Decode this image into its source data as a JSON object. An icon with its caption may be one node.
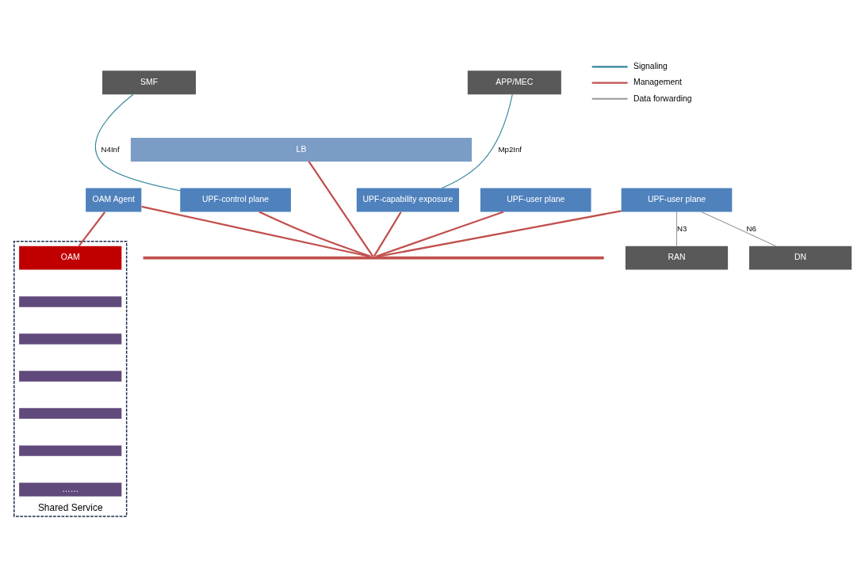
{
  "diagram": {
    "nodes": [
      {
        "text": [
          "SMF"
        ]
      },
      {
        "text": [
          "APP/MEC"
        ]
      },
      {
        "text": [
          "LB"
        ]
      },
      {
        "text": [
          "UPF-control plane"
        ]
      },
      {
        "text": [
          "UPF-capability exposure"
        ]
      },
      {
        "text": [
          "OAM Agent"
        ]
      },
      {
        "text": [],
        "shape": "bar"
      },
      {
        "text": [
          "UPF-user plane"
        ]
      },
      {
        "text": [
          "UPF-user plane"
        ]
      },
      {
        "text": [
          "Shared Service"
        ]
      },
      {
        "text": [
          "OAM"
        ],
        "in": 9
      },
      {
        "text": [],
        "shape": "bar",
        "in": 9
      },
      {
        "text": [],
        "shape": "bar",
        "in": 9
      },
      {
        "text": [],
        "shape": "bar",
        "in": 9
      },
      {
        "text": [],
        "shape": "bar",
        "in": 9
      },
      {
        "text": [],
        "shape": "bar",
        "in": 9
      },
      {
        "text": [
          "……"
        ],
        "in": 9
      },
      {
        "text": [
          "RAN"
        ]
      },
      {
        "text": [
          "DN"
        ]
      }
    ],
    "edges": [
      {
        "from": 0,
        "to": 3,
        "arrow": "none",
        "label": "N4Inf",
        "color": "#31849b"
      },
      {
        "from": 1,
        "to": 4,
        "arrow": "none",
        "label": "Mp2Inf",
        "color": "#31849b"
      },
      {
        "from": 2,
        "to": 6,
        "arrow": "none"
      },
      {
        "from": 3,
        "to": 6,
        "arrow": "none"
      },
      {
        "from": 4,
        "to": 6,
        "arrow": "none"
      },
      {
        "from": 5,
        "to": 6,
        "arrow": "none"
      },
      {
        "from": 7,
        "to": 6,
        "arrow": "none"
      },
      {
        "from": 8,
        "to": 6,
        "arrow": "none"
      },
      {
        "from": 5,
        "to": 10,
        "arrow": "none"
      },
      {
        "from": 7,
        "to": 17,
        "arrow": "none",
        "label": "N3",
        "color": "#999999"
      },
      {
        "from": 7,
        "to": 18,
        "arrow": "none",
        "label": "N6",
        "color": "#999999"
      }
    ],
    "legend": [
      {
        "text": "Signaling"
      },
      {
        "text": "Management"
      },
      {
        "text": "Data forwarding"
      }
    ]
  }
}
